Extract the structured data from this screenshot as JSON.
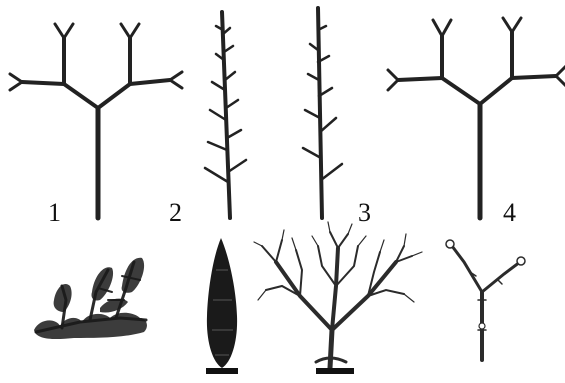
{
  "figure": {
    "labels": [
      "1",
      "2",
      "3",
      "4"
    ]
  },
  "colors": {
    "ink": "#222222",
    "background": "#ffffff"
  }
}
